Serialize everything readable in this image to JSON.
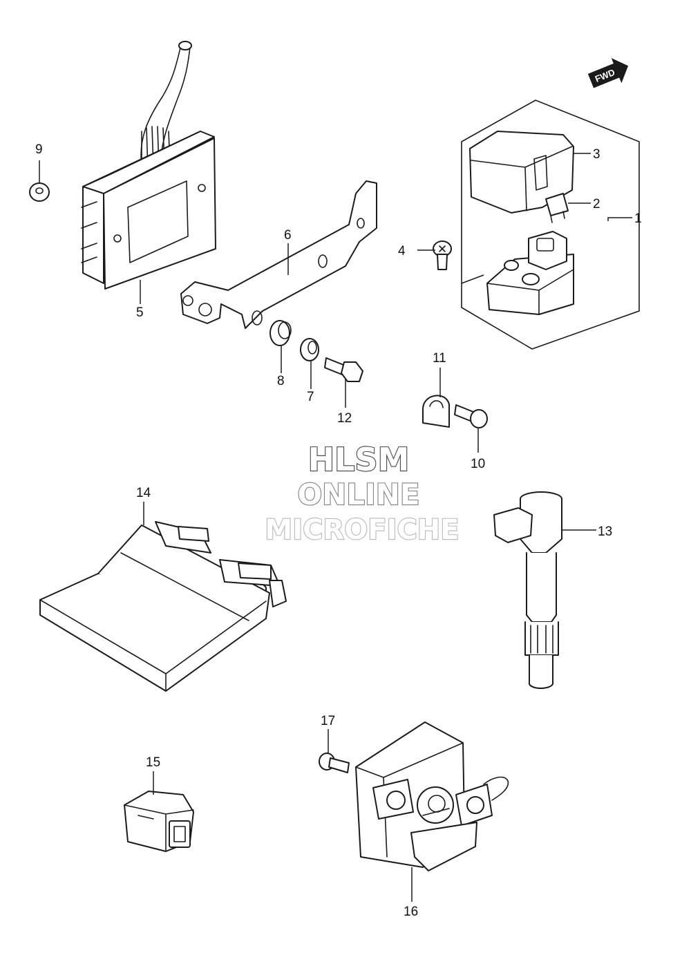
{
  "callouts": [
    {
      "id": "1",
      "label": "1"
    },
    {
      "id": "2",
      "label": "2"
    },
    {
      "id": "3",
      "label": "3"
    },
    {
      "id": "4",
      "label": "4"
    },
    {
      "id": "5",
      "label": "5"
    },
    {
      "id": "6",
      "label": "6"
    },
    {
      "id": "7",
      "label": "7"
    },
    {
      "id": "8",
      "label": "8"
    },
    {
      "id": "9",
      "label": "9"
    },
    {
      "id": "10",
      "label": "10"
    },
    {
      "id": "11",
      "label": "11"
    },
    {
      "id": "12",
      "label": "12"
    },
    {
      "id": "13",
      "label": "13"
    },
    {
      "id": "14",
      "label": "14"
    },
    {
      "id": "15",
      "label": "15"
    },
    {
      "id": "16",
      "label": "16"
    },
    {
      "id": "17",
      "label": "17"
    }
  ],
  "direction_marker": {
    "label": "FWD",
    "icon": "forward-arrow-icon"
  },
  "watermark": {
    "line1": "HLSM",
    "line2": "ONLINE",
    "line3": "MICROFICHE"
  },
  "colors": {
    "ink": "#1a1a1a",
    "background": "#ffffff"
  }
}
